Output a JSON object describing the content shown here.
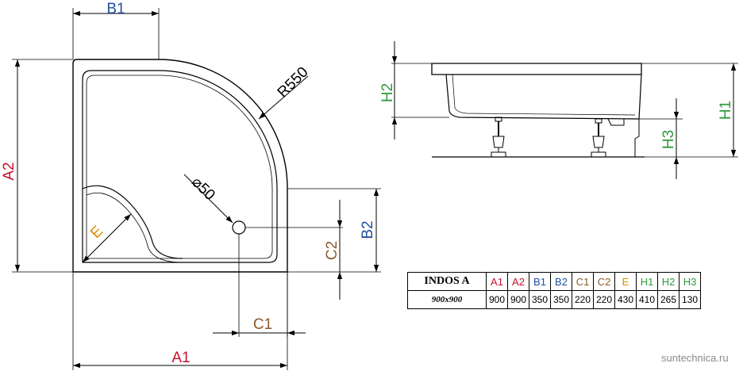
{
  "colors": {
    "red": "#c8102e",
    "blue": "#1f4fa0",
    "brown": "#8b5a2b",
    "orange": "#e08a00",
    "green": "#2e9a3a",
    "line": "#000000"
  },
  "dimensions": {
    "a1": "A1",
    "a2": "A2",
    "b1": "B1",
    "b2": "B2",
    "c1": "C1",
    "c2": "C2",
    "e": "E",
    "r": "R550",
    "drain": "⌀50",
    "h1": "H1",
    "h2": "H2",
    "h3": "H3"
  },
  "table": {
    "model": "INDOS A",
    "size": "900x900",
    "headers": [
      {
        "label": "A1",
        "color": "red"
      },
      {
        "label": "A2",
        "color": "red"
      },
      {
        "label": "B1",
        "color": "blue"
      },
      {
        "label": "B2",
        "color": "blue"
      },
      {
        "label": "C1",
        "color": "brown"
      },
      {
        "label": "C2",
        "color": "brown"
      },
      {
        "label": "E",
        "color": "orange"
      },
      {
        "label": "H1",
        "color": "green"
      },
      {
        "label": "H2",
        "color": "green"
      },
      {
        "label": "H3",
        "color": "green"
      }
    ],
    "values": [
      "900",
      "900",
      "350",
      "350",
      "220",
      "220",
      "430",
      "410",
      "265",
      "130"
    ]
  },
  "watermark": "suntechnica.ru"
}
